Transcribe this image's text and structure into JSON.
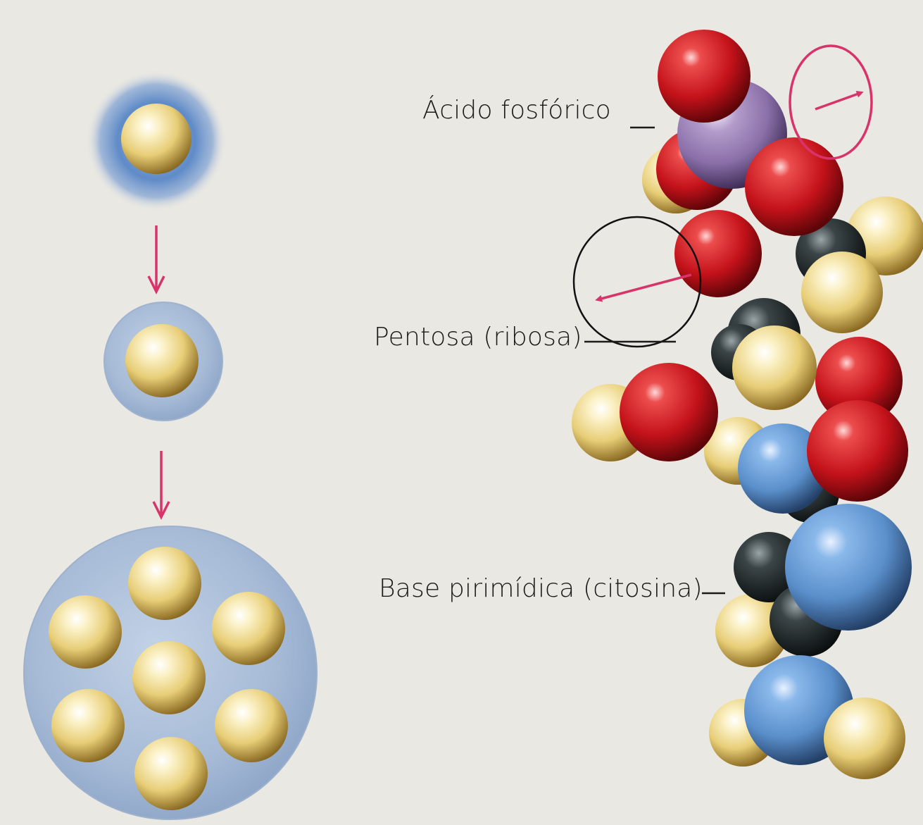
{
  "labels": {
    "phosphoric_acid": "Ácido fosfórico",
    "pentose": "Pentosa (ribosa)",
    "pyrimidine_base": "Base pirimídica (citosina)"
  },
  "colors": {
    "background": "#e9e8e3",
    "arrow": "#d8336a",
    "hydrogen_atom": "#e8cf7a",
    "oxygen_atom": "#c8161b",
    "nitrogen_atom": "#5f95cf",
    "carbon_atom": "#1f2628",
    "phosphorus_atom": "#8a6fa8",
    "halo_blue": "#4a7fc0",
    "cluster_disc": "#a9bcd6"
  }
}
